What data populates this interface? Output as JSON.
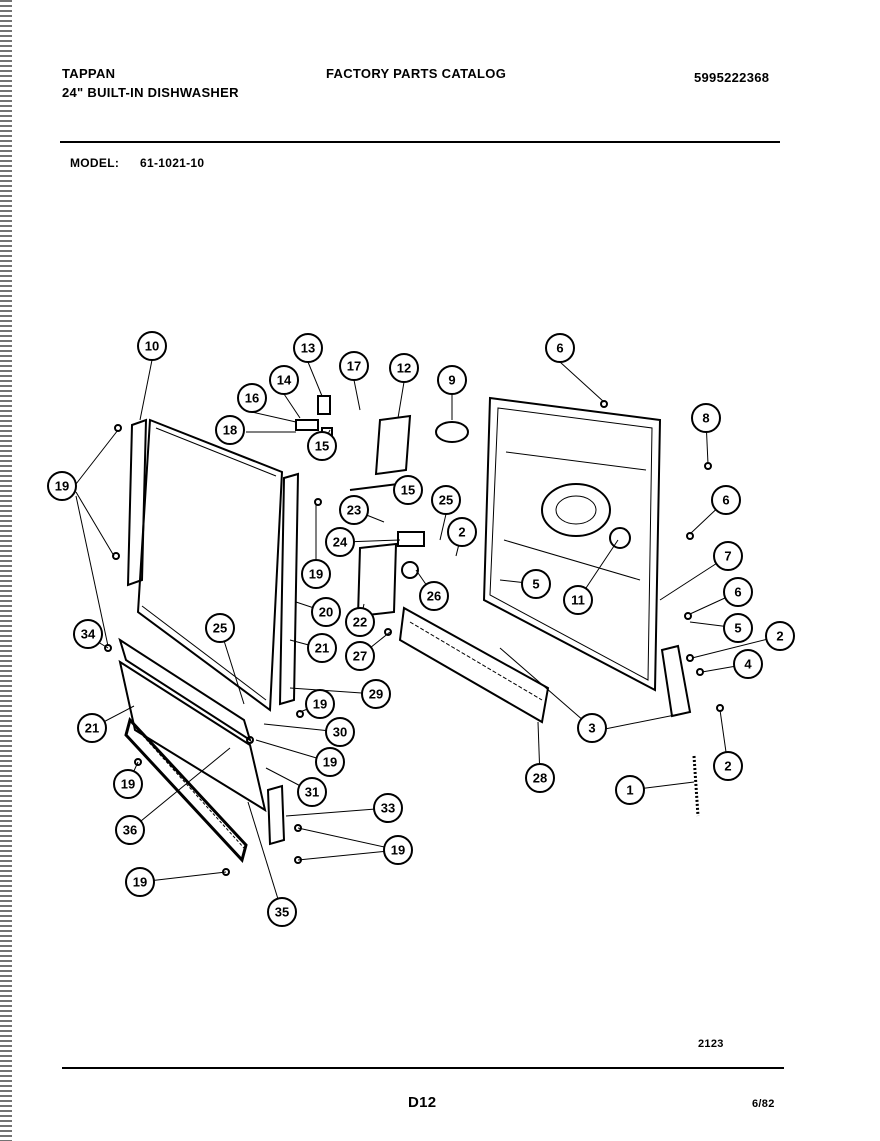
{
  "header": {
    "brand": "TAPPAN",
    "product": "24\" BUILT-IN DISHWASHER",
    "catalog_title": "FACTORY PARTS CATALOG",
    "catalog_number": "5995222368",
    "model_label": "MODEL:",
    "model_number": "61-1021-10"
  },
  "diagram": {
    "callouts": [
      "10",
      "13",
      "17",
      "12",
      "9",
      "6",
      "14",
      "15",
      "16",
      "18",
      "15",
      "8",
      "19",
      "23",
      "25",
      "2",
      "6",
      "24",
      "19",
      "7",
      "11",
      "5",
      "26",
      "6",
      "22",
      "20",
      "34",
      "25",
      "21",
      "27",
      "5",
      "2",
      "4",
      "29",
      "19",
      "21",
      "30",
      "3",
      "19",
      "2",
      "19",
      "31",
      "28",
      "1",
      "33",
      "36",
      "19",
      "19",
      "35"
    ]
  },
  "footer": {
    "drawing_number": "2123",
    "page_code": "D12",
    "date": "6/82"
  },
  "colors": {
    "ink": "#000000",
    "paper": "#ffffff"
  }
}
